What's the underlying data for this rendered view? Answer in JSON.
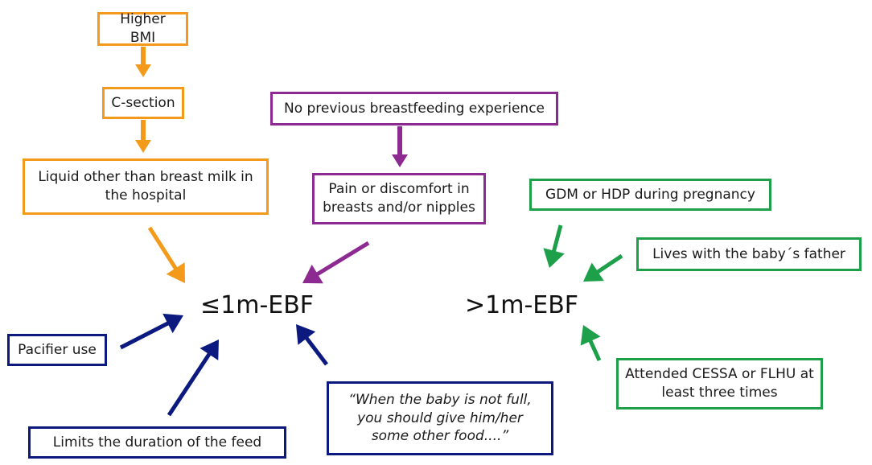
{
  "nodes": {
    "higher_bmi": "Higher BMI",
    "c_section": "C-section",
    "liquid_hospital": "Liquid other than breast milk in the hospital",
    "no_previous_bf": "No previous breastfeeding experience",
    "pain_discomfort": "Pain or discomfort in breasts and/or nipples",
    "gdm_hdp": "GDM or HDP during pregnancy",
    "lives_father": "Lives with the baby´s father",
    "attended_cessa": "Attended CESSA or FLHU at least three times",
    "pacifier": "Pacifier use",
    "limits_duration": "Limits the duration of the feed",
    "quote": "“When the baby is not full, you should give him/her some other food....”"
  },
  "outcomes": {
    "left": "≤1m-EBF",
    "right": ">1m-EBF"
  },
  "colors": {
    "orange": "#f39a1a",
    "purple": "#8d2a91",
    "green": "#1e9f4a",
    "navy": "#0c1a80"
  }
}
